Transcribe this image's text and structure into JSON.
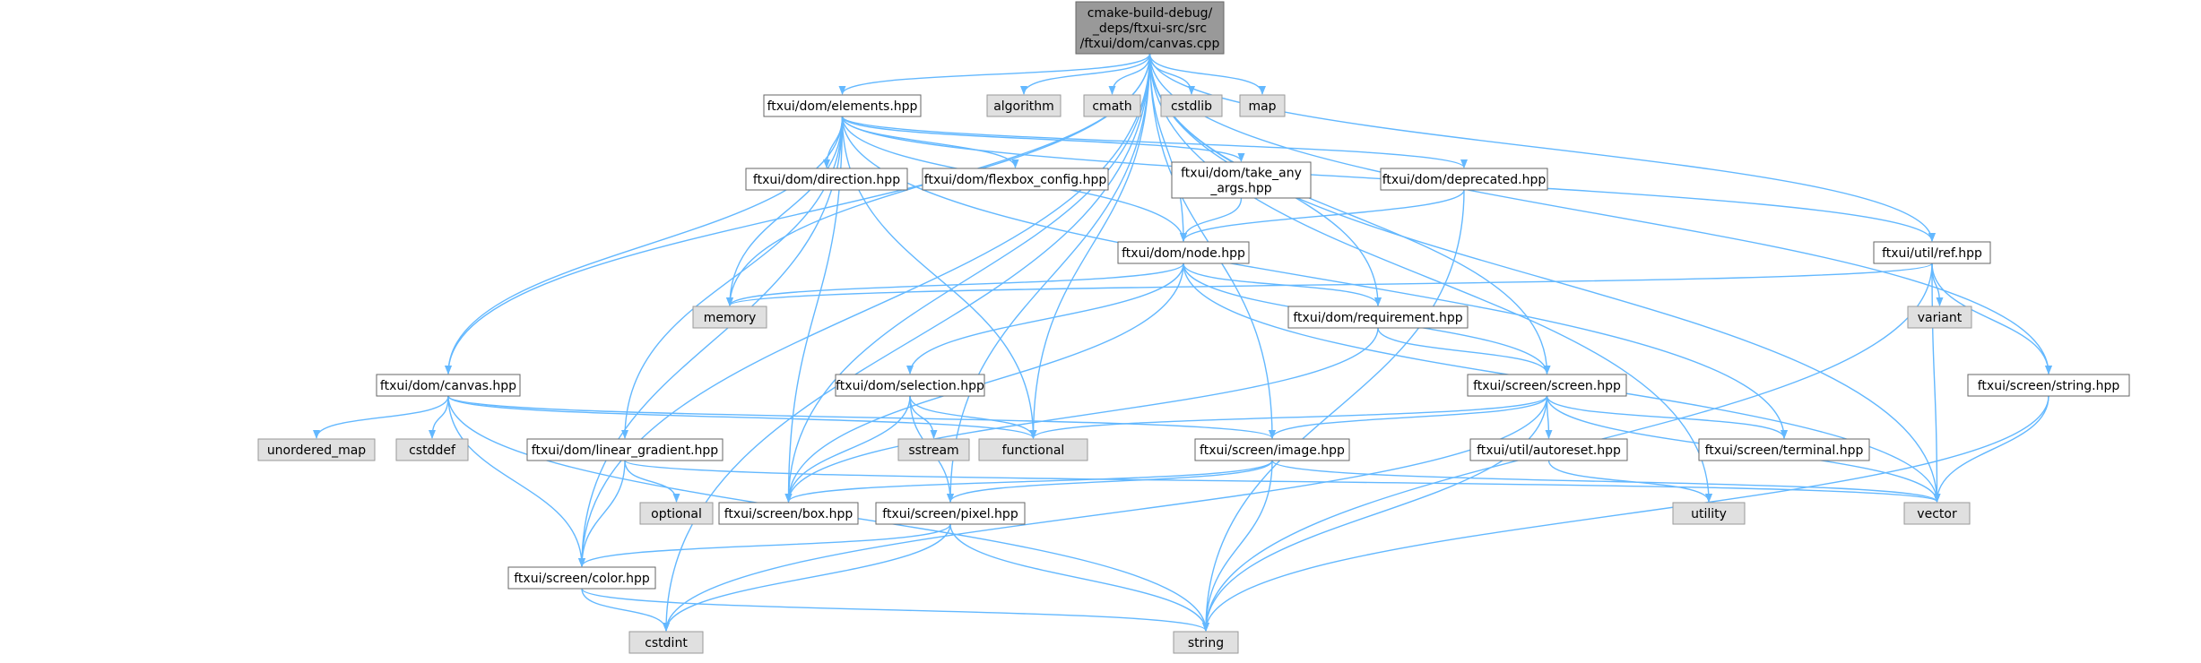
{
  "diagram": {
    "colors": {
      "root_fill": "#999999",
      "root_stroke": "#666666",
      "local_fill": "#ffffff",
      "local_stroke": "#666666",
      "system_fill": "#e0e0e0",
      "system_stroke": "#999999",
      "edge": "#63b8ff"
    },
    "nodes": [
      {
        "id": "root",
        "kind": "root",
        "label": "cmake-build-debug/\n_deps/ftxui-src/src\n/ftxui/dom/canvas.cpp"
      },
      {
        "id": "elements",
        "kind": "local",
        "label": "ftxui/dom/elements.hpp"
      },
      {
        "id": "algorithm",
        "kind": "system",
        "label": "algorithm"
      },
      {
        "id": "cmath",
        "kind": "system",
        "label": "cmath"
      },
      {
        "id": "cstdlib",
        "kind": "system",
        "label": "cstdlib"
      },
      {
        "id": "map",
        "kind": "system",
        "label": "map"
      },
      {
        "id": "direction",
        "kind": "local",
        "label": "ftxui/dom/direction.hpp"
      },
      {
        "id": "flexbox_config",
        "kind": "local",
        "label": "ftxui/dom/flexbox_config.hpp"
      },
      {
        "id": "take_any_args",
        "kind": "local",
        "label": "ftxui/dom/take_any\n_args.hpp"
      },
      {
        "id": "deprecated",
        "kind": "local",
        "label": "ftxui/dom/deprecated.hpp"
      },
      {
        "id": "ref",
        "kind": "local",
        "label": "ftxui/util/ref.hpp"
      },
      {
        "id": "node",
        "kind": "local",
        "label": "ftxui/dom/node.hpp"
      },
      {
        "id": "memory",
        "kind": "system",
        "label": "memory"
      },
      {
        "id": "requirement",
        "kind": "local",
        "label": "ftxui/dom/requirement.hpp"
      },
      {
        "id": "variant",
        "kind": "system",
        "label": "variant"
      },
      {
        "id": "canvas",
        "kind": "local",
        "label": "ftxui/dom/canvas.hpp"
      },
      {
        "id": "selection",
        "kind": "local",
        "label": "ftxui/dom/selection.hpp"
      },
      {
        "id": "screen",
        "kind": "local",
        "label": "ftxui/screen/screen.hpp"
      },
      {
        "id": "string_hpp",
        "kind": "local",
        "label": "ftxui/screen/string.hpp"
      },
      {
        "id": "unordered_map",
        "kind": "system",
        "label": "unordered_map"
      },
      {
        "id": "cstddef",
        "kind": "system",
        "label": "cstddef"
      },
      {
        "id": "linear_gradient",
        "kind": "local",
        "label": "ftxui/dom/linear_gradient.hpp"
      },
      {
        "id": "sstream",
        "kind": "system",
        "label": "sstream"
      },
      {
        "id": "functional",
        "kind": "system",
        "label": "functional"
      },
      {
        "id": "image",
        "kind": "local",
        "label": "ftxui/screen/image.hpp"
      },
      {
        "id": "autoreset",
        "kind": "local",
        "label": "ftxui/util/autoreset.hpp"
      },
      {
        "id": "terminal",
        "kind": "local",
        "label": "ftxui/screen/terminal.hpp"
      },
      {
        "id": "optional",
        "kind": "system",
        "label": "optional"
      },
      {
        "id": "box",
        "kind": "local",
        "label": "ftxui/screen/box.hpp"
      },
      {
        "id": "pixel",
        "kind": "local",
        "label": "ftxui/screen/pixel.hpp"
      },
      {
        "id": "utility",
        "kind": "system",
        "label": "utility"
      },
      {
        "id": "vector",
        "kind": "system",
        "label": "vector"
      },
      {
        "id": "color",
        "kind": "local",
        "label": "ftxui/screen/color.hpp"
      },
      {
        "id": "cstdint",
        "kind": "system",
        "label": "cstdint"
      },
      {
        "id": "string",
        "kind": "system",
        "label": "string"
      }
    ],
    "edges": [
      [
        "root",
        "elements"
      ],
      [
        "root",
        "algorithm"
      ],
      [
        "root",
        "cmath"
      ],
      [
        "root",
        "cstdlib"
      ],
      [
        "root",
        "map"
      ],
      [
        "root",
        "memory"
      ],
      [
        "root",
        "node"
      ],
      [
        "root",
        "requirement"
      ],
      [
        "root",
        "ref"
      ],
      [
        "root",
        "canvas"
      ],
      [
        "root",
        "screen"
      ],
      [
        "root",
        "string_hpp"
      ],
      [
        "root",
        "functional"
      ],
      [
        "root",
        "image"
      ],
      [
        "root",
        "box"
      ],
      [
        "root",
        "pixel"
      ],
      [
        "root",
        "utility"
      ],
      [
        "root",
        "vector"
      ],
      [
        "root",
        "color"
      ],
      [
        "root",
        "cstdint"
      ],
      [
        "elements",
        "direction"
      ],
      [
        "elements",
        "flexbox_config"
      ],
      [
        "elements",
        "take_any_args"
      ],
      [
        "elements",
        "deprecated"
      ],
      [
        "elements",
        "ref"
      ],
      [
        "elements",
        "node"
      ],
      [
        "elements",
        "memory"
      ],
      [
        "elements",
        "canvas"
      ],
      [
        "elements",
        "linear_gradient"
      ],
      [
        "elements",
        "functional"
      ],
      [
        "elements",
        "box"
      ],
      [
        "elements",
        "color"
      ],
      [
        "elements",
        "terminal"
      ],
      [
        "take_any_args",
        "node"
      ],
      [
        "deprecated",
        "node"
      ],
      [
        "deprecated",
        "string"
      ],
      [
        "node",
        "memory"
      ],
      [
        "node",
        "requirement"
      ],
      [
        "node",
        "selection"
      ],
      [
        "node",
        "screen"
      ],
      [
        "node",
        "box"
      ],
      [
        "node",
        "vector"
      ],
      [
        "requirement",
        "screen"
      ],
      [
        "requirement",
        "box"
      ],
      [
        "ref",
        "memory"
      ],
      [
        "ref",
        "variant"
      ],
      [
        "ref",
        "string_hpp"
      ],
      [
        "ref",
        "vector"
      ],
      [
        "ref",
        "string"
      ],
      [
        "canvas",
        "unordered_map"
      ],
      [
        "canvas",
        "cstddef"
      ],
      [
        "canvas",
        "functional"
      ],
      [
        "canvas",
        "image"
      ],
      [
        "canvas",
        "color"
      ],
      [
        "canvas",
        "string"
      ],
      [
        "selection",
        "sstream"
      ],
      [
        "selection",
        "functional"
      ],
      [
        "selection",
        "box"
      ],
      [
        "selection",
        "pixel"
      ],
      [
        "screen",
        "functional"
      ],
      [
        "screen",
        "image"
      ],
      [
        "screen",
        "autoreset"
      ],
      [
        "screen",
        "terminal"
      ],
      [
        "screen",
        "vector"
      ],
      [
        "screen",
        "string"
      ],
      [
        "screen",
        "cstdint"
      ],
      [
        "string_hpp",
        "vector"
      ],
      [
        "string_hpp",
        "string"
      ],
      [
        "linear_gradient",
        "optional"
      ],
      [
        "linear_gradient",
        "color"
      ],
      [
        "linear_gradient",
        "vector"
      ],
      [
        "image",
        "box"
      ],
      [
        "image",
        "pixel"
      ],
      [
        "image",
        "string"
      ],
      [
        "image",
        "vector"
      ],
      [
        "autoreset",
        "utility"
      ],
      [
        "pixel",
        "color"
      ],
      [
        "pixel",
        "string"
      ],
      [
        "pixel",
        "cstdint"
      ],
      [
        "color",
        "cstdint"
      ],
      [
        "color",
        "string"
      ]
    ]
  }
}
